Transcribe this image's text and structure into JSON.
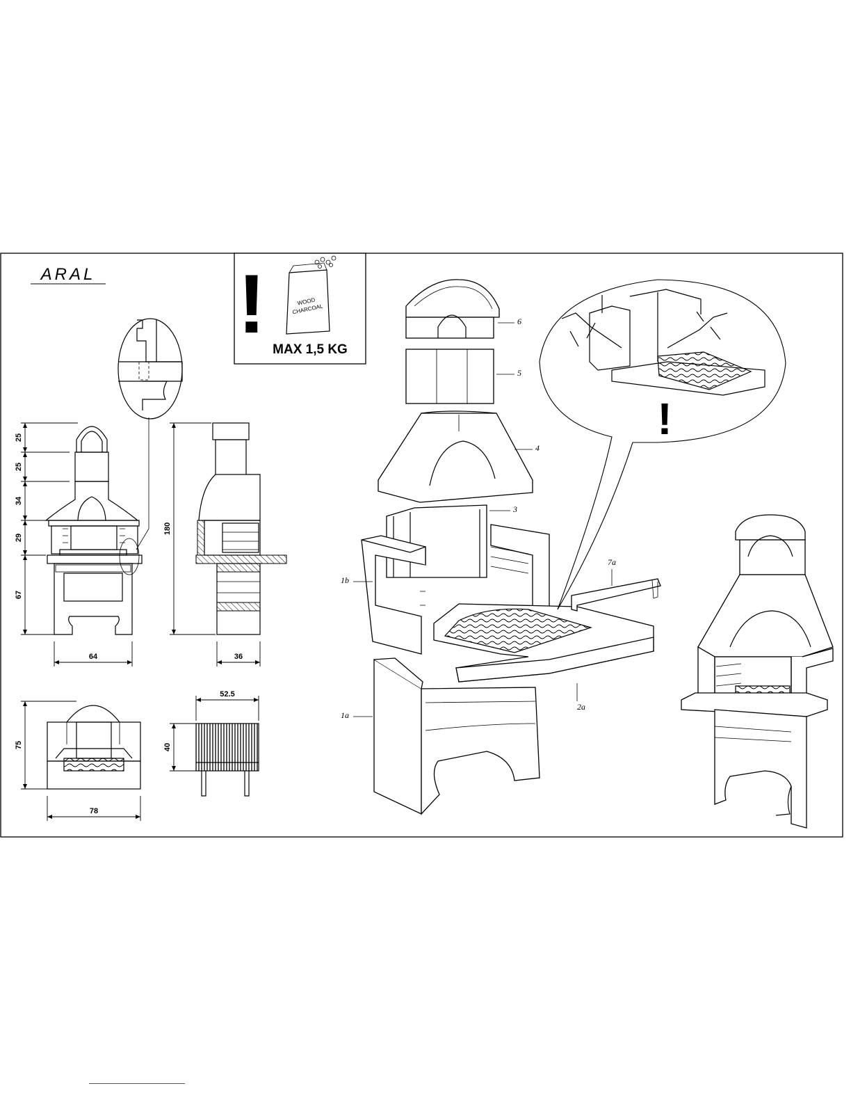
{
  "title": "ARAL",
  "warning": {
    "mark": "!",
    "bag_text": [
      "WOOD",
      "CHARCOAL"
    ],
    "max_load": "MAX 1,5 KG"
  },
  "dimensions": {
    "front_heights": [
      "25",
      "25",
      "34",
      "29",
      "67"
    ],
    "front_width": "64",
    "side_total_height": "180",
    "side_width": "36",
    "top_depth": "75",
    "top_width": "78",
    "grill_width": "52.5",
    "grill_depth": "40"
  },
  "part_labels": [
    "6",
    "5",
    "4",
    "3",
    "1b",
    "7a",
    "2a",
    "1a"
  ],
  "callout_mark": "!",
  "footer_link_color": "#3b4fd8"
}
